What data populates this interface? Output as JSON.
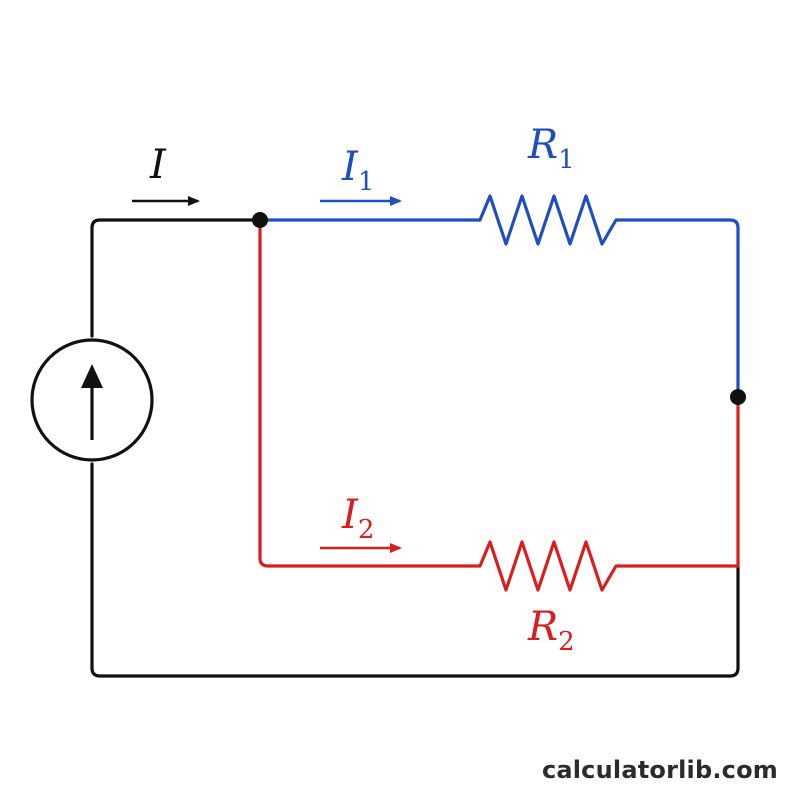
{
  "colors": {
    "main": "#111111",
    "branch1": "#1f4fbf",
    "branch2": "#d81e1e"
  },
  "labels": {
    "source_current": {
      "base": "I",
      "sub": ""
    },
    "current_1": {
      "base": "I",
      "sub": "1"
    },
    "current_2": {
      "base": "I",
      "sub": "2"
    },
    "resistor_1": {
      "base": "R",
      "sub": "1"
    },
    "resistor_2": {
      "base": "R",
      "sub": "2"
    }
  },
  "icons": {
    "source": "current-source-arrow-up-icon",
    "arrow": "arrow-right-icon",
    "node": "junction-dot-icon"
  },
  "watermark": "calculatorlib.com"
}
